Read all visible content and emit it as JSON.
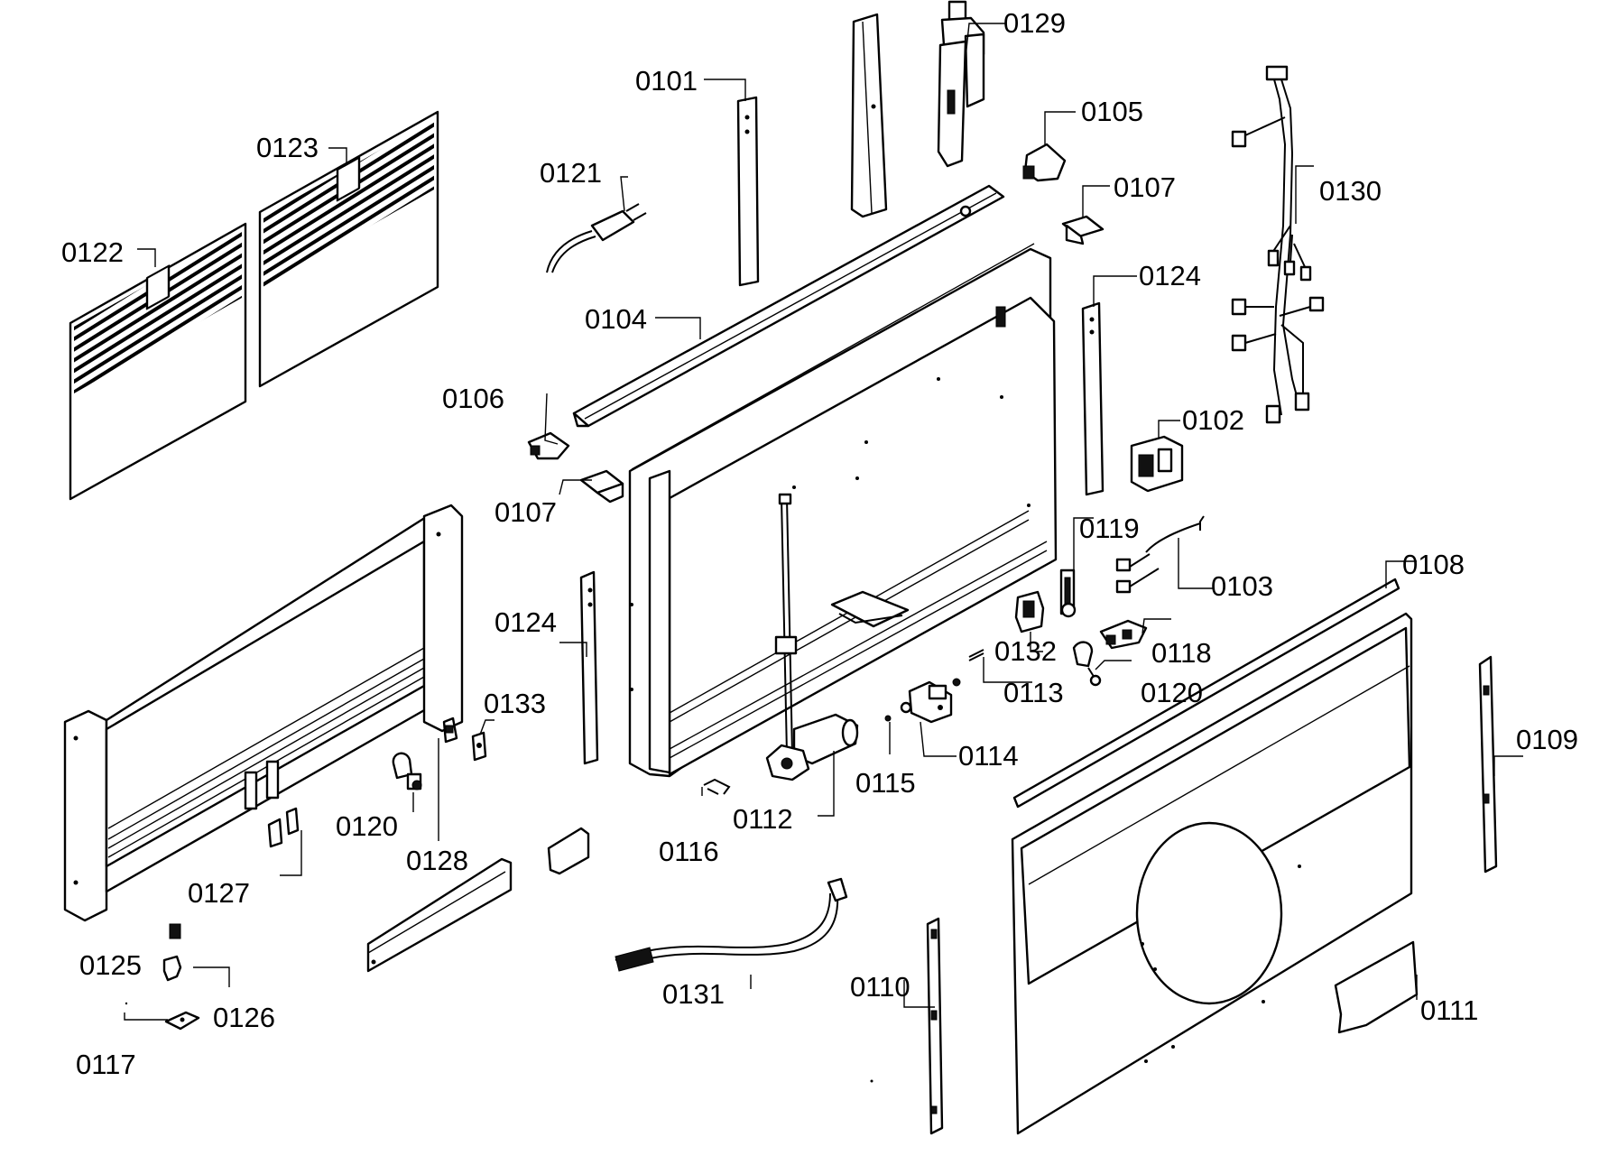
{
  "labels": {
    "p0101": "0101",
    "p0102": "0102",
    "p0103": "0103",
    "p0104": "0104",
    "p0105": "0105",
    "p0106": "0106",
    "p0107a": "0107",
    "p0107b": "0107",
    "p0108": "0108",
    "p0109": "0109",
    "p0110": "0110",
    "p0111": "0111",
    "p0112": "0112",
    "p0113": "0113",
    "p0114": "0114",
    "p0115": "0115",
    "p0116": "0116",
    "p0117": "0117",
    "p0118": "0118",
    "p0119": "0119",
    "p0120a": "0120",
    "p0120b": "0120",
    "p0121": "0121",
    "p0122": "0122",
    "p0123": "0123",
    "p0124a": "0124",
    "p0124b": "0124",
    "p0125": "0125",
    "p0126": "0126",
    "p0127": "0127",
    "p0128": "0128",
    "p0129": "0129",
    "p0130": "0130",
    "p0131": "0131",
    "p0132": "0132",
    "p0133": "0133"
  }
}
